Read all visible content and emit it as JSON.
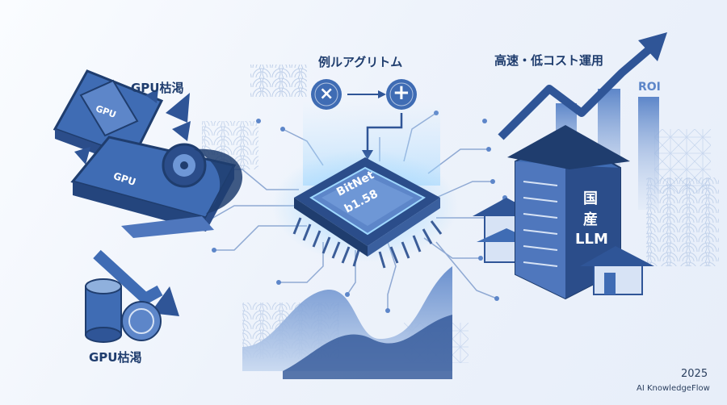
{
  "labels": {
    "gpu_top": "GPU枯渇",
    "gpu_bottom": "GPU枯渇",
    "algorithm": "例ルアグリトム",
    "high_speed": "高速・低コスト運用",
    "roi": "ROI",
    "chip_line1": "BitNet",
    "chip_line2": "b1.58",
    "gpu_card_small": "GPU",
    "gpu_card_large": "GPU",
    "building_line1": "国",
    "building_line2": "産",
    "building_line3": "LLM"
  },
  "symbols": {
    "multiply": "×",
    "plus": "+"
  },
  "footer": {
    "year": "2025",
    "credit": "AI KnowledgeFlow"
  },
  "colors": {
    "primary": "#2f5597",
    "dark": "#1f3d6e",
    "light": "#8fb0dd",
    "glow": "#7ec8ff"
  }
}
